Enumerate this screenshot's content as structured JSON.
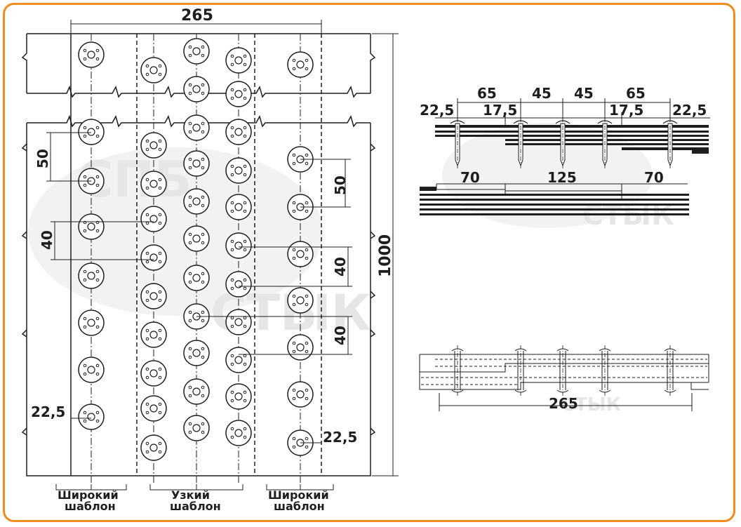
{
  "colors": {
    "border": "#f28c1e",
    "ink": "#1e1e1e",
    "watermark": "#e6e6e6"
  },
  "watermark": {
    "brand": "СТЫК",
    "brand_top": "СПБ"
  },
  "plan": {
    "width_dim": "265",
    "length_dim": "1000",
    "left_spacing_top": "50",
    "left_spacing_mid": "40",
    "right_spacing_top": "50",
    "right_spacing_mid": "40",
    "right_spacing_low": "40",
    "edge_left": "22,5",
    "edge_right": "22,5",
    "label_left_line1": "Широкий",
    "label_left_line2": "шаблон",
    "label_center_line1": "Узкий",
    "label_center_line2": "шаблон",
    "label_right_line1": "Широкий",
    "label_right_line2": "шаблон"
  },
  "section_top": {
    "dims_top": [
      "65",
      "45",
      "45",
      "65"
    ],
    "dims_second": [
      "22,5",
      "17,5",
      "17,5",
      "22,5"
    ],
    "dims_overlap": [
      "70",
      "125",
      "70"
    ]
  },
  "section_bottom": {
    "width_dim": "265"
  }
}
